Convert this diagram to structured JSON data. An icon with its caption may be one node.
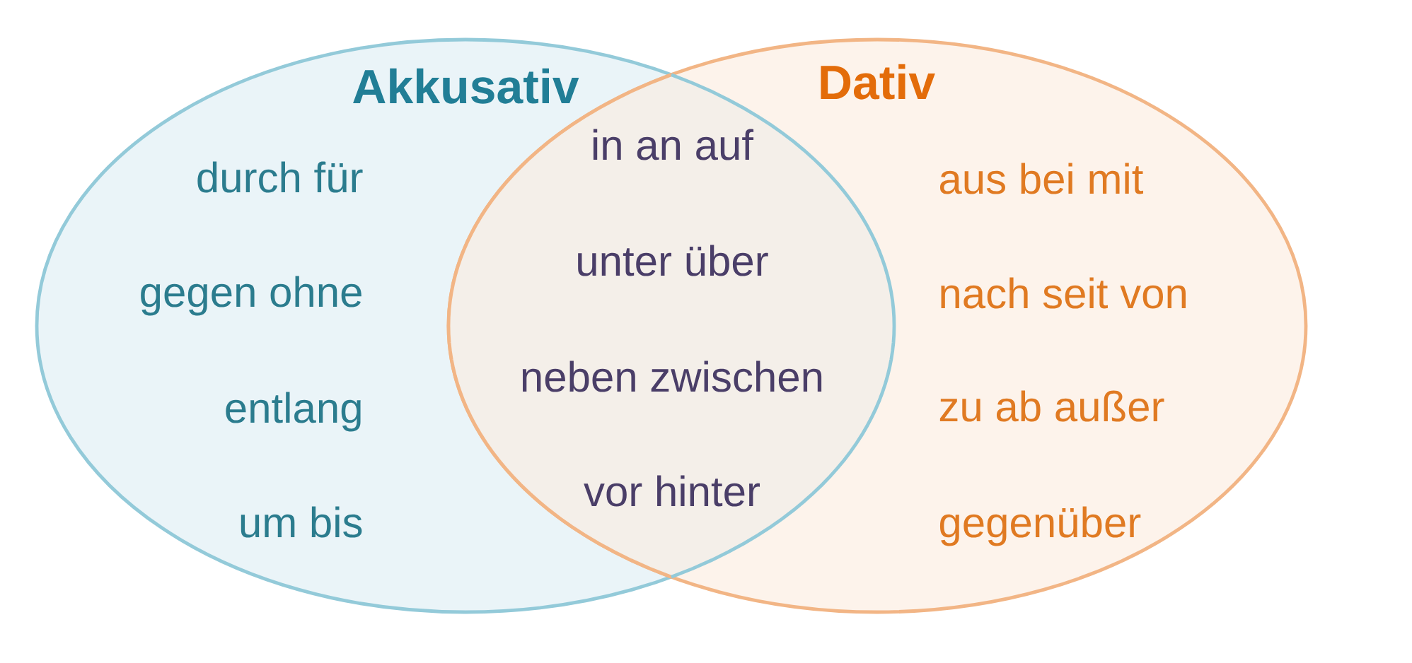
{
  "diagram": {
    "nodes": [
      {
        "text": [
          "Akkusativ",
          "durch für",
          "gegen ohne",
          "entlang",
          "um bis"
        ]
      },
      {
        "text": [
          "Dativ",
          "aus bei mit",
          "nach seit von",
          "zu ab außer",
          "gegenüber"
        ]
      }
    ],
    "labels": [
      "in an auf",
      "unter über",
      "neben zwischen",
      "vor hinter"
    ]
  }
}
